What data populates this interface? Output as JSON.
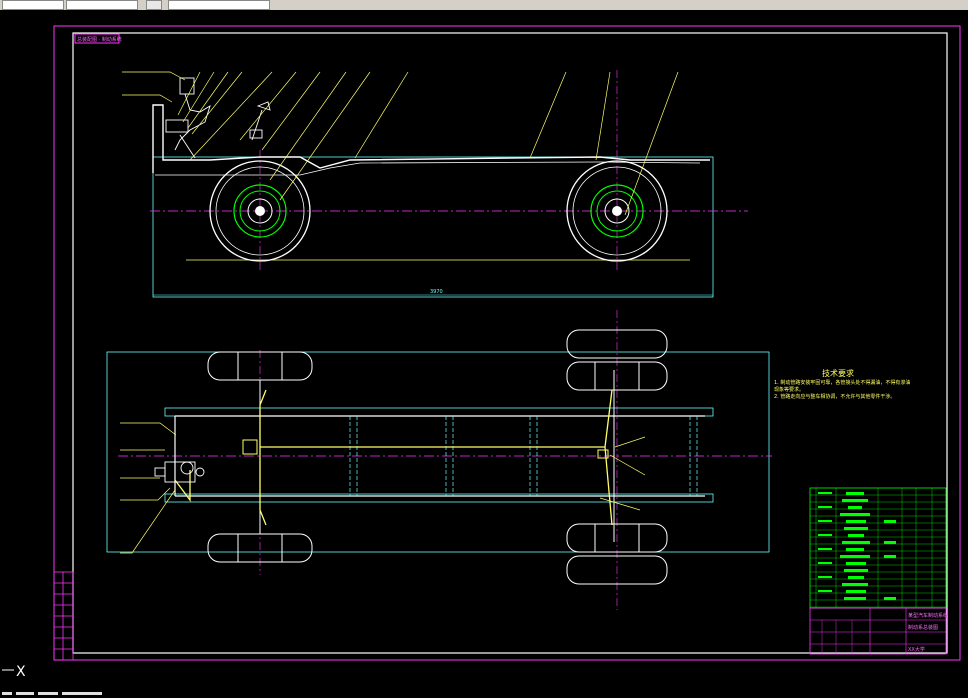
{
  "app": {
    "toolbar": {
      "layer_value": "",
      "style_value": "",
      "button_label": ""
    },
    "command_line": {
      "prompt": ""
    }
  },
  "drawing": {
    "title_tag": "总装配图 · 制动系统",
    "tech_requirements": {
      "heading": "技术要求",
      "lines": [
        "1. 制动管路安装牢固可靠，各管接头处不得漏油，不得有渗油",
        "   现象等要求。",
        "2. 管路走向应与整车相协调，不允许与其他零件干涉。"
      ]
    },
    "dimension_overall": "3970",
    "title_block": {
      "name": "某型汽车制动系统",
      "drawing_no": "制动系总装图",
      "school": "XX大学"
    },
    "ucs_icon": "X",
    "colors": {
      "frame": "#ff33ff",
      "chassis": "#ffffff",
      "leader": "#ffff66",
      "hidden": "#66ffff",
      "center": "#ff33ff",
      "brake": "#00ff00"
    }
  }
}
